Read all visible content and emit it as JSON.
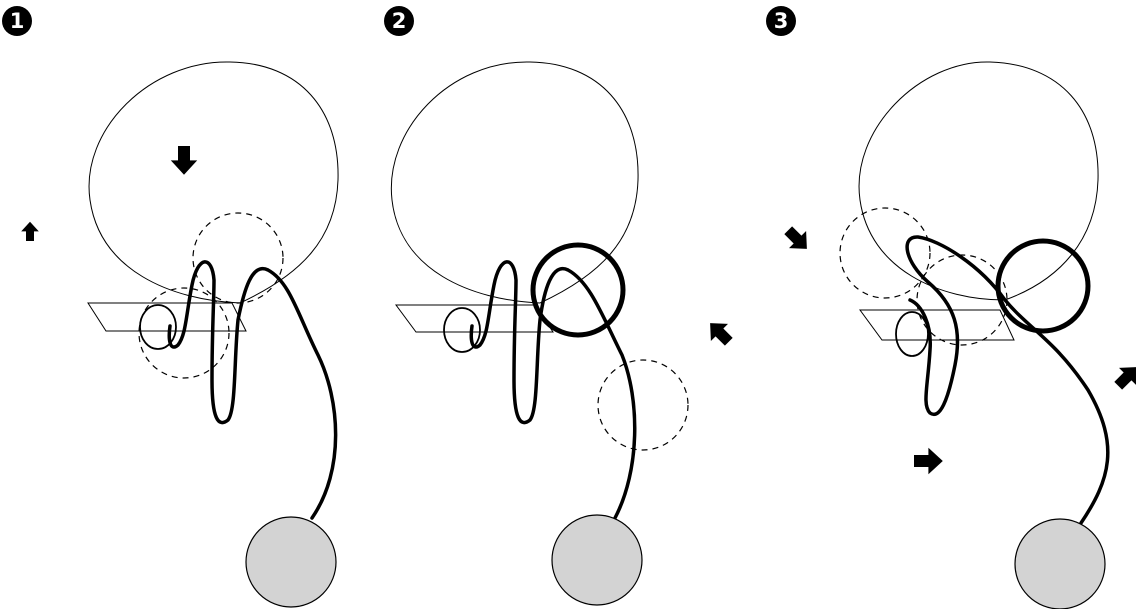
{
  "steps": [
    {
      "label": "1"
    },
    {
      "label": "2"
    },
    {
      "label": "3"
    }
  ],
  "colors": {
    "line": "#000000",
    "ball": "#d3d3d3",
    "background": "#ffffff"
  },
  "icons": [
    "arrow-up-icon",
    "arrow-down-icon",
    "arrow-up-left-icon",
    "arrow-down-right-icon",
    "arrow-right-icon"
  ]
}
